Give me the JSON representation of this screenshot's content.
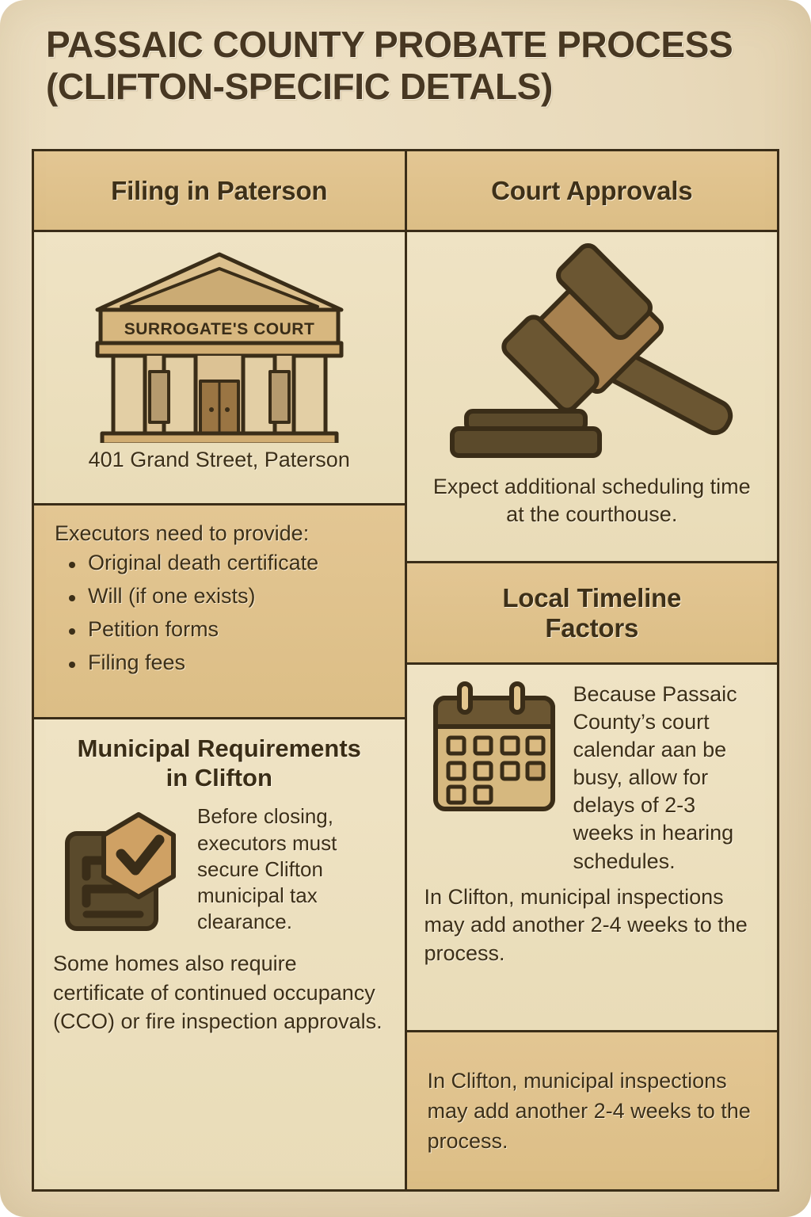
{
  "title": "PASSAIC COUNTY PROBATE PROCESS (CLIFTON-SPECIFIC DETALS)",
  "colors": {
    "page_bg": "#e8d9ba",
    "panel_cream": "#ecdfbe",
    "panel_tan": "#e0c18d",
    "border": "#3a2d18",
    "text": "#3c2f18",
    "title": "#473722",
    "icon_dark": "#5a4a2c",
    "icon_mid": "#a7814f",
    "icon_light": "#d9b47c"
  },
  "left_column": {
    "header": "Filing in Paterson",
    "courthouse": {
      "sign_text": "SURROGATE'S COURT",
      "caption": "401 Grand Street, Paterson"
    },
    "requirements": {
      "lead": "Executors need to provide:",
      "items": [
        "Original death certificate",
        "Will (if one exists)",
        "Petition forms",
        "Filing fees"
      ]
    },
    "municipal": {
      "title_line1": "Municipal Requirements",
      "title_line2": "in Clifton",
      "icon_text": "Before closing, executors must secure Clifton municipal tax clearance.",
      "paragraph": "Some homes also require certificate of continued occupancy (CCO) or fire inspection approvals."
    }
  },
  "right_column": {
    "header_approvals": "Court Approvals",
    "gavel_caption": "Expect additional scheduling time at the courthouse.",
    "header_timeline_line1": "Local Timeline",
    "header_timeline_line2": "Factors",
    "calendar_text": "Because Passaic County’s court calendar aan be busy, allow for delays of 2-3 weeks in hearing schedules.",
    "timeline_paragraph": "In Clifton, municipal inspections may add another 2-4 weeks to the process.",
    "footer_paragraph": "In  Clifton, municipal inspections may add another 2-4 weeks to the process."
  }
}
